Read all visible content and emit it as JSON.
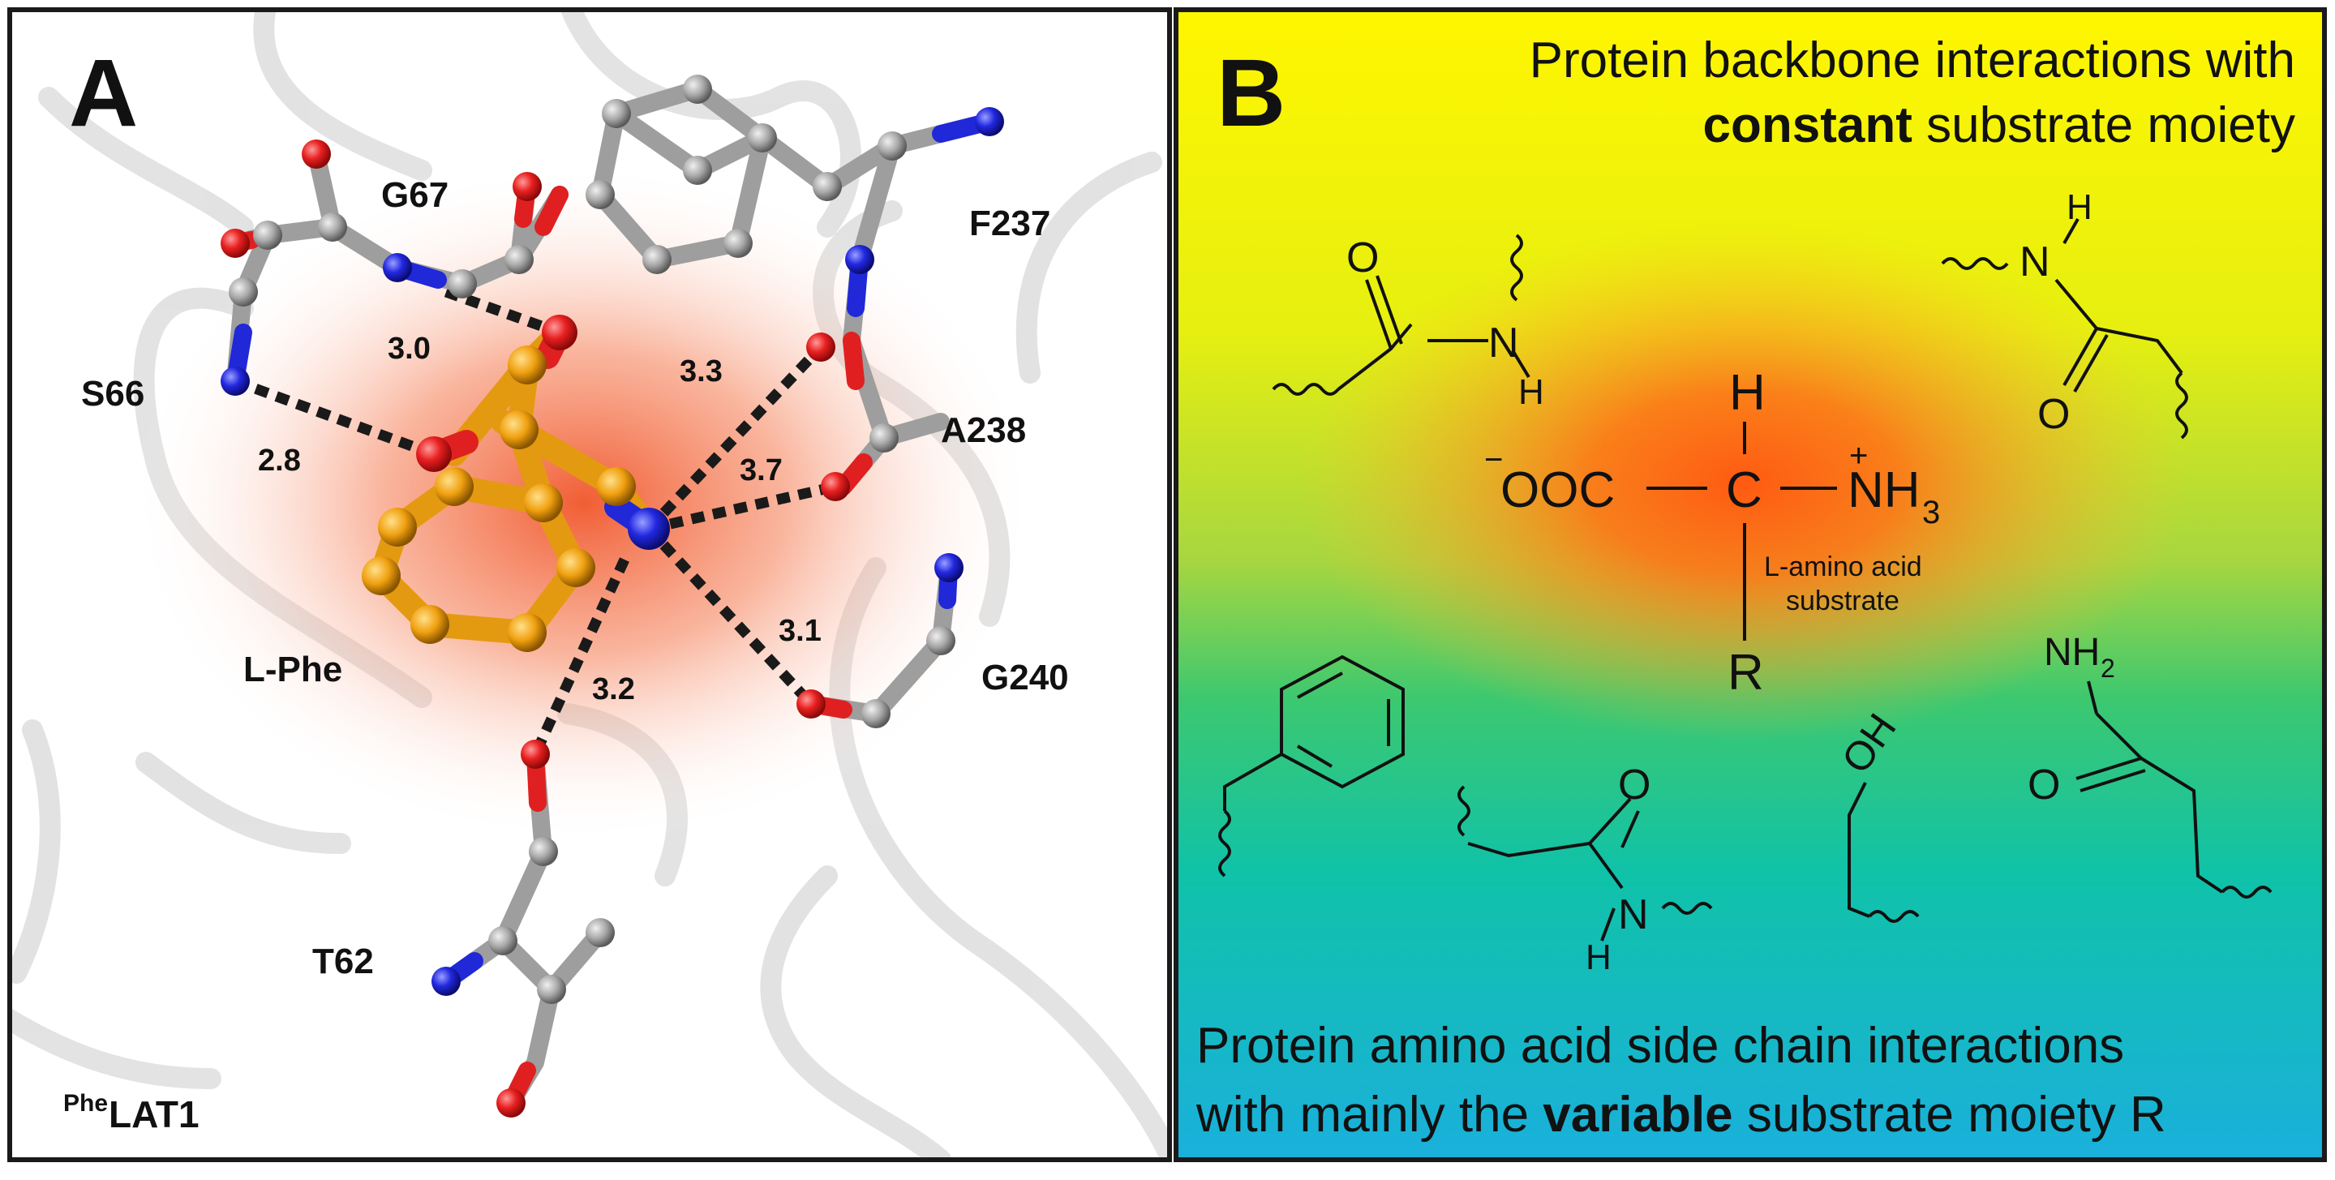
{
  "panel_a": {
    "letter": "A",
    "residues": {
      "g67": "G67",
      "s66": "S66",
      "f237": "F237",
      "a238": "A238",
      "g240": "G240",
      "t62": "T62",
      "lphe": "L-Phe"
    },
    "distances": {
      "d_s66": "2.8",
      "d_g67": "3.0",
      "d_f237": "3.3",
      "d_a238": "3.7",
      "d_g240": "3.1",
      "d_t62": "3.2"
    },
    "protein_label": {
      "superscript": "Phe",
      "main": "LAT1"
    }
  },
  "panel_b": {
    "letter": "B",
    "top_caption": {
      "line1": "Protein backbone interactions with",
      "bold": "constant",
      "line2_rest": " substrate moiety"
    },
    "bottom_caption": {
      "line1": "Protein amino acid side chain interactions",
      "line2_pre": "with mainly the ",
      "bold": "variable",
      "line2_post": " substrate moiety R"
    },
    "center": {
      "h": "H",
      "minus": "−",
      "ooc": "OOC",
      "c": "C",
      "plus": "+",
      "nh": "NH",
      "nh_sub": "3",
      "r": "R",
      "caption_line1": "L-amino acid",
      "caption_line2": "substrate"
    },
    "fragments": {
      "o": "O",
      "h": "H",
      "n": "N",
      "oh": "OH",
      "nh2": "NH",
      "nh2_sub": "2"
    }
  },
  "colors": {
    "oxygen": "#e02020",
    "nitrogen": "#1c22d8",
    "carbon": "#9a9a9a",
    "ligand": "#f0a010",
    "label_orange": "#e8400c"
  }
}
